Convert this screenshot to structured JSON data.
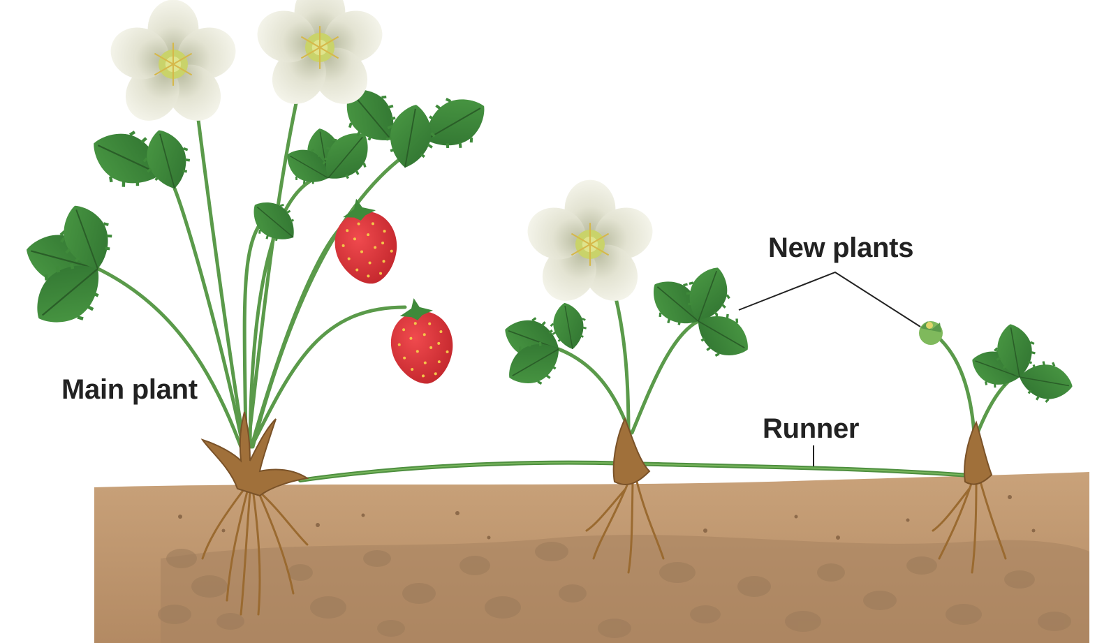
{
  "labels": {
    "main_plant": "Main plant",
    "new_plants": "New plants",
    "runner": "Runner"
  },
  "colors": {
    "leaf": "#3f8a3a",
    "leaf_dark": "#2c6a2a",
    "stem": "#5a9a4a",
    "petal": "#ecece0",
    "flower_center": "#c9d36a",
    "berry": "#d8343a",
    "seed": "#f3c64a",
    "crown": "#a0703a",
    "root": "#9a6a30",
    "soil_top": "#c79f77",
    "soil_deep": "#b08660",
    "pebble": "#9b7a5a",
    "text": "#222222"
  }
}
